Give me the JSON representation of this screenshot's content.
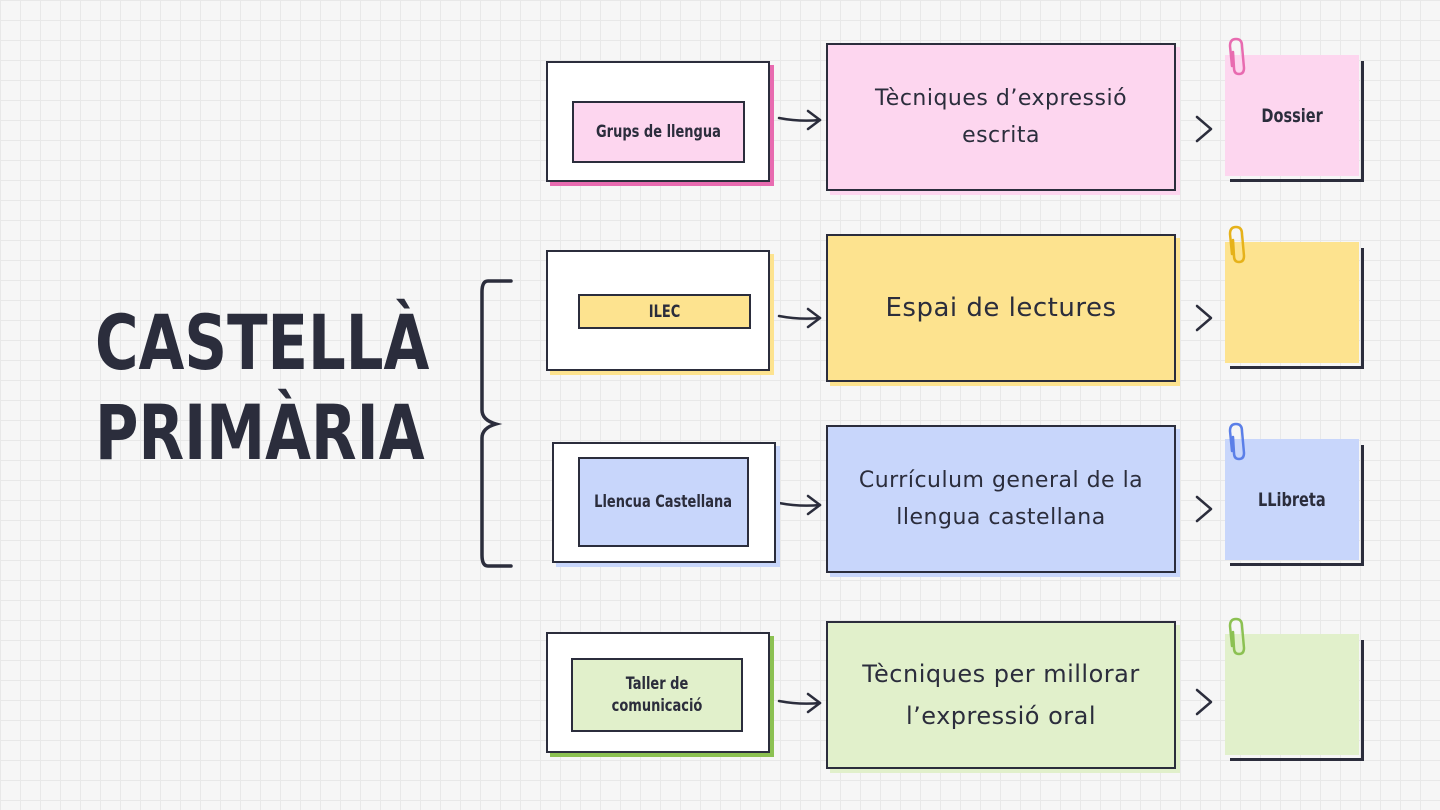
{
  "title": {
    "line1": "CASTELLÀ",
    "line2": "PRIMÀRIA"
  },
  "rows": [
    {
      "tag": "Grups de llengua",
      "description": "Tècniques d’expressió escrita",
      "resource": "Dossier",
      "color": "#fdd6ef"
    },
    {
      "tag": "ILEC",
      "description": "Espai de lectures",
      "resource": "",
      "color": "#fde38f"
    },
    {
      "tag": "Llencua Castellana",
      "description": "Currículum general de la llengua castellana",
      "resource": "LLibreta",
      "color": "#c8d6fb"
    },
    {
      "tag": "Taller de comunicació",
      "description": "Tècniques per millorar l’expressió oral",
      "resource": "",
      "color": "#e1f0cb"
    }
  ],
  "accents": {
    "pink": "#e86bb0",
    "yellow": "#e6b21a",
    "blue": "#5b7fe8",
    "green": "#8cc152",
    "ink": "#2b2d3c"
  },
  "icons": {
    "connector": "arrow-right-icon",
    "pointer": "chevron-right-icon",
    "clip": "paperclip-icon"
  }
}
